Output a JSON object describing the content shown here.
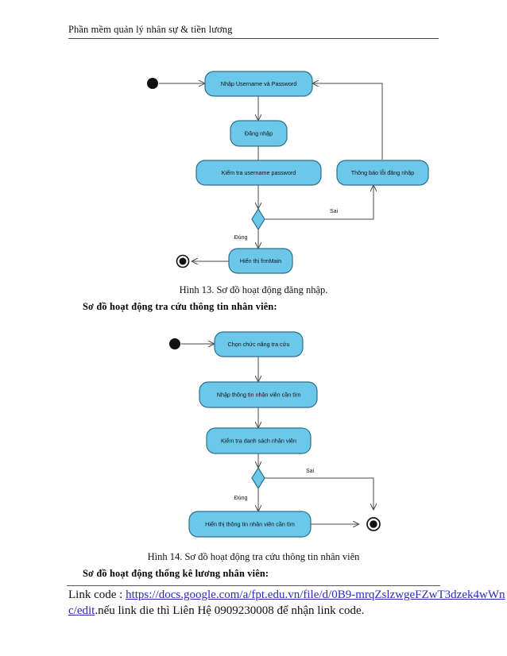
{
  "document": {
    "header_title": "Phần mềm quản lý nhân sự & tiền lương"
  },
  "figure1": {
    "caption": "Hình  13. Sơ đồ hoạt động đăng nhập.",
    "nodes": {
      "n1": "Nhập Username và Password",
      "n2": "Đăng nhập",
      "n3": "Kiểm tra username password",
      "n4": "Thông báo lỗi đăng nhập",
      "n5": "Hiển thị frmMain"
    },
    "edges": {
      "yes": "Đúng",
      "no": "Sai"
    },
    "markers": {
      "start": "initial-node",
      "end": "final-node",
      "decision": "decision-diamond"
    }
  },
  "section2_heading": "Sơ đồ hoạt động tra cứu thông tin nhân viên:",
  "figure2": {
    "caption": "Hình 14. Sơ đồ hoạt động tra cứu thông tin  nhân  viên",
    "nodes": {
      "n1": "Chọn chức năng tra cứu",
      "n2": "Nhập thông tin nhân viên cần tìm",
      "n3": "Kiểm tra danh sách nhân viên",
      "n4": "Hiển thị thông tin nhân viên cần tìm"
    },
    "edges": {
      "yes": "Đúng",
      "no": "Sai"
    },
    "markers": {
      "start": "initial-node",
      "end": "final-node",
      "decision": "decision-diamond"
    }
  },
  "section3_heading": "Sơ đồ hoạt động thống kê lương nhân viên:",
  "footer": {
    "label": "Link code :",
    "url": "https://docs.google.com/a/fpt.edu.vn/file/d/0B9-mrqZslzwgeFZwT3dzek4wWnc/edit",
    "tail": ".nếu  link  die  thì Liên Hệ 0909230008  để nhận  link  code."
  },
  "colors": {
    "node_fill": "#6cc8ea",
    "node_stroke": "#2d6f86",
    "line": "#4a4a4a",
    "link": "#2b2bbb",
    "text": "#111111"
  }
}
